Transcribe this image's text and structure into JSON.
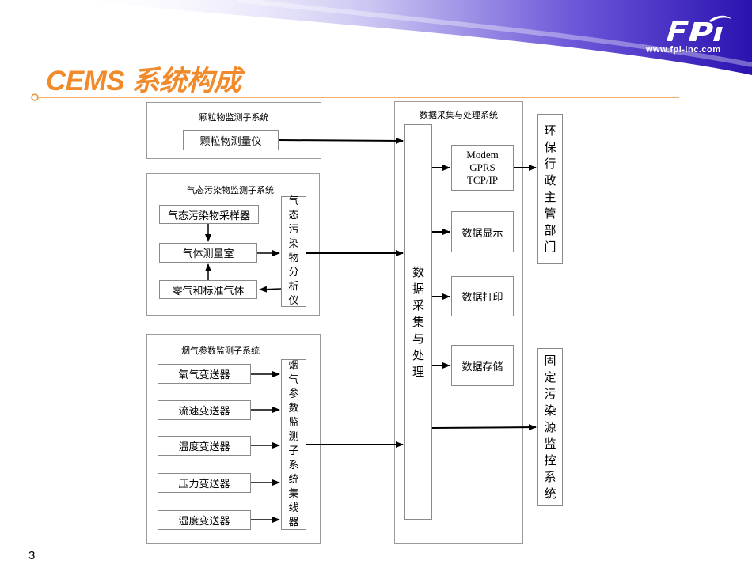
{
  "header": {
    "title": "CEMS 系统构成",
    "logo_text": "FPi",
    "url": "www.fpi-inc.com"
  },
  "page_number": "3",
  "diagram": {
    "particulate_panel": {
      "title": "颗粒物监测子系统",
      "instrument": "颗粒物测量仪"
    },
    "gas_panel": {
      "title": "气态污染物监测子系统",
      "sampler": "气态污染物采样器",
      "chamber": "气体测量室",
      "zero_gas": "零气和标准气体",
      "analyzer": "气态污染物分析仪"
    },
    "flue_panel": {
      "title": "烟气参数监测子系统",
      "transmitters": [
        "氧气变送器",
        "流速变送器",
        "温度变送器",
        "压力变送器",
        "湿度变送器"
      ],
      "integrator": "烟气参数监测子系统集线器"
    },
    "daq_panel": {
      "title": "数据采集与处理系统",
      "core": "数据采集与处理",
      "comm_lines": [
        "Modem",
        "GPRS",
        "TCP/IP"
      ],
      "display": "数据显示",
      "print": "数据打印",
      "storage": "数据存储"
    },
    "epa": "环保行政主管部门",
    "source_monitor": "固定污染源监控系统"
  },
  "colors": {
    "title_orange": "#f08a2a",
    "rule_orange": "#f0943a",
    "banner_purple": "#3b1fb8",
    "arrow": "#000000"
  }
}
